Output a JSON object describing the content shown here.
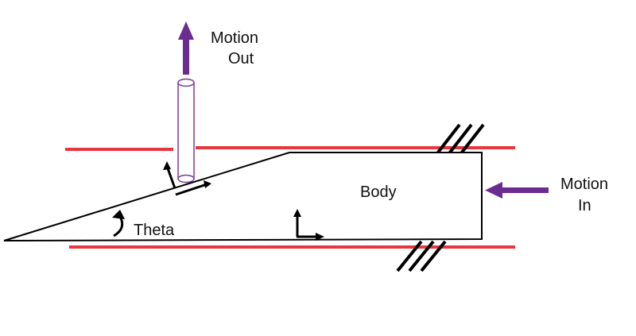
{
  "labels": {
    "motion_out_line1": "Motion",
    "motion_out_line2": "Out",
    "motion_in_line1": "Motion",
    "motion_in_line2": "In",
    "body": "Body",
    "theta": "Theta"
  },
  "colors": {
    "guide_rail": "#e8373f",
    "motion_arrow": "#6a2c91",
    "outline": "#000000",
    "follower_rod": "#7d3c98",
    "background": "#ffffff"
  },
  "icons": {
    "motion_out": "arrow-up-icon",
    "motion_in": "arrow-left-icon",
    "angle": "curved-angle-arrow-icon",
    "ground": "ground-hatch-icon"
  }
}
